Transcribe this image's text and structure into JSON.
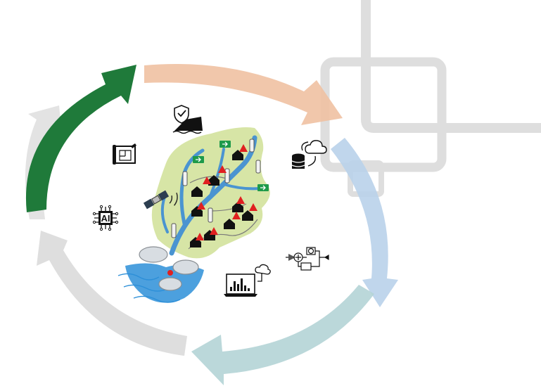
{
  "diagram": {
    "cycle_arrows": [
      {
        "id": "orange",
        "color": "#efc1a2"
      },
      {
        "id": "blue",
        "color": "#b9d2ea"
      },
      {
        "id": "teal",
        "color": "#b4d4d6"
      },
      {
        "id": "gray-bottom",
        "color": "#dcdcdc"
      },
      {
        "id": "gray-left",
        "color": "#e2e2e2"
      },
      {
        "id": "green",
        "color": "#1f7a3a"
      }
    ],
    "colors": {
      "map_land": "#d7e5a6",
      "river": "#4a94d1",
      "water": "#2d8fd8",
      "alert": "#e02020",
      "sign": "#1e9a4a",
      "watermark": "#dedede"
    },
    "icons": {
      "dam_protection": "dam-shield-icon",
      "data_cloud": "database-cloud-icon",
      "control_system": "control-block-diagram-icon",
      "monitoring": "laptop-chart-cloud-icon",
      "planning": "blueprint-icon",
      "artificial_intelligence": "ai-chip-icon",
      "satellite": "satellite-icon"
    },
    "ai_chip_label": "AI"
  }
}
